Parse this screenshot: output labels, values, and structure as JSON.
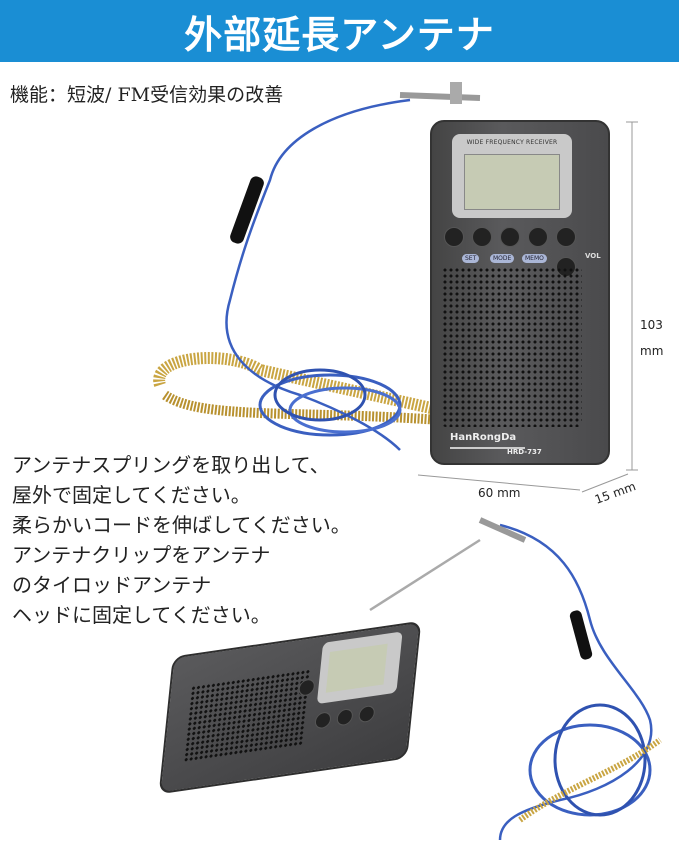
{
  "banner": {
    "title": "外部延長アンテナ"
  },
  "feature": "機能：短波/ FM受信効果の改善",
  "instructions": [
    "アンテナスプリングを取り出して、",
    "屋外で固定してください。",
    "柔らかいコードを伸ばしてください。",
    "アンテナクリップをアンテナ",
    "のタイロッドアンテナ",
    "ヘッドに固定してください。"
  ],
  "radio": {
    "screen_label": "WIDE FREQUENCY RECEIVER",
    "buttons": [
      "SET",
      "MODE",
      "MEMO"
    ],
    "vol_label": "VOL",
    "brand": "HanRongDa",
    "model": "HRD-737"
  },
  "dimensions": {
    "height": "103",
    "height_unit": "mm",
    "width": "60 mm",
    "depth": "15 mm"
  },
  "colors": {
    "banner": "#1a8ed4",
    "cable": "#3a5fc0",
    "spring": "#c9a542"
  }
}
